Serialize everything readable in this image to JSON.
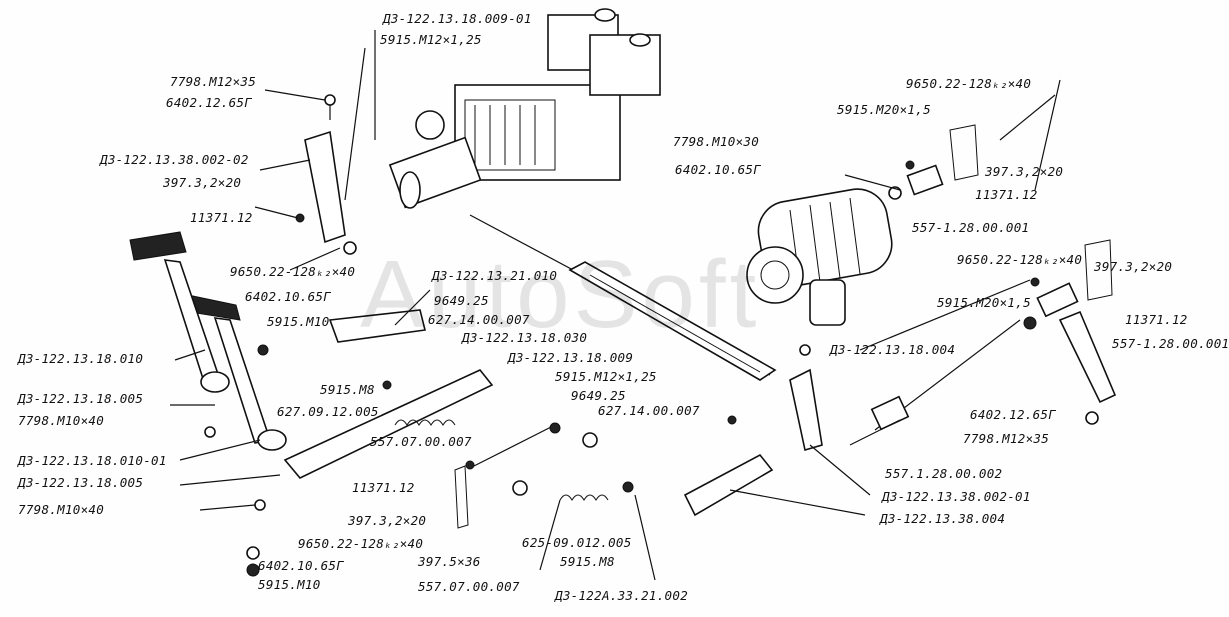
{
  "watermark": "AutoSoft",
  "labels": [
    "ДЗ-122.13.18.009-01",
    "5915.М12×1,25",
    "7798.М12×35",
    "6402.12.65Г",
    "ДЗ-122.13.38.002-02",
    "397.3,2×20",
    "11371.12",
    "9650.22-128ₖ₂×40",
    "6402.10.65Г",
    "5915.М10",
    "ДЗ-122.13.18.010",
    "ДЗ-122.13.18.005",
    "7798.М10×40",
    "ДЗ-122.13.18.010-01",
    "ДЗ-122.13.18.005",
    "7798.М10×40",
    "ДЗ-122.13.21.010",
    "9649.25",
    "627.14.00.007",
    "ДЗ-122.13.18.030",
    "ДЗ-122.13.18.009",
    "5915.М8",
    "627.09.12.005",
    "557.07.00.007",
    "5915.М12×1,25",
    "9649.25",
    "627.14.00.007",
    "11371.12",
    "397.3,2×20",
    "9650.22-128ₖ₂×40",
    "6402.10.65Г",
    "5915.М10",
    "625-09.012.005",
    "5915.М8",
    "397.5×36",
    "557.07.00.007",
    "ДЗ-122А.33.21.002",
    "7798.М10×30",
    "6402.10.65Г",
    "5915.М20×1,5",
    "9650.22-128ₖ₂×40",
    "397.3,2×20",
    "11371.12",
    "557-1.28.00.001",
    "9650.22-128ₖ₂×40",
    "397.3,2×20",
    "5915.М20×1,5",
    "11371.12",
    "557-1.28.00.001",
    "ДЗ-122.13.18.004",
    "6402.12.65Г",
    "7798.М12×35",
    "557.1.28.00.002",
    "ДЗ-122.13.38.002-01",
    "ДЗ-122.13.38.004"
  ]
}
